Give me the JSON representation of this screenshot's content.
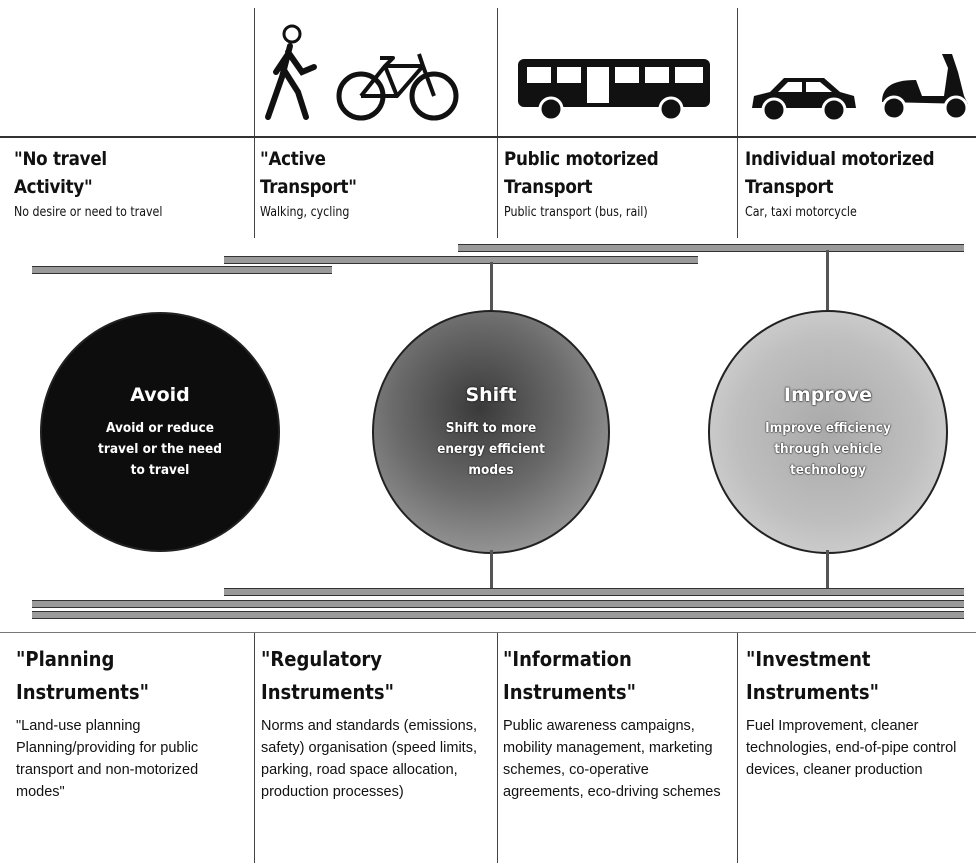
{
  "columns_top": [
    {
      "title_1": "\"No travel",
      "title_2": "Activity\"",
      "subtitle": "No desire or need to travel"
    },
    {
      "title_1": "\"Active",
      "title_2": "Transport\"",
      "subtitle": "Walking, cycling"
    },
    {
      "title_1": "Public motorized",
      "title_2": "Transport",
      "subtitle": "Public transport (bus, rail)"
    },
    {
      "title_1": "Individual motorized",
      "title_2": "Transport",
      "subtitle": "Car, taxi motorcycle"
    }
  ],
  "circles": [
    {
      "title": "Avoid",
      "text": "Avoid or reduce travel or the need to travel"
    },
    {
      "title": "Shift",
      "text": "Shift to more energy efficient modes"
    },
    {
      "title": "Improve",
      "text": "Improve efficiency through vehicle technology"
    }
  ],
  "columns_bottom": [
    {
      "title_1": "\"Planning",
      "title_2": "Instruments\"",
      "text": "\"Land-use planning Planning/providing for public transport and non-motorized modes\""
    },
    {
      "title_1": "\"Regulatory",
      "title_2": "Instruments\"",
      "text": "Norms and standards (emissions, safety) organisation (speed limits, parking, road space allocation, production processes)"
    },
    {
      "title_1": "\"Information",
      "title_2": "Instruments\"",
      "text": "Public awareness campaigns, mobility management, marketing schemes, co-operative agreements, eco-driving schemes"
    },
    {
      "title_1": "\"Investment",
      "title_2": "Instruments\"",
      "text": "Fuel Improvement, cleaner technologies, end-of-pipe control devices, cleaner production"
    }
  ],
  "icons": [
    "pedestrian-icon",
    "bicycle-icon",
    "bus-icon",
    "car-icon",
    "scooter-icon"
  ],
  "colors": {
    "avoid_fill": "#0d0d0d",
    "shift_fill": "#6e6e6e",
    "improve_fill": "#b9b9b9",
    "line": "#333333"
  }
}
